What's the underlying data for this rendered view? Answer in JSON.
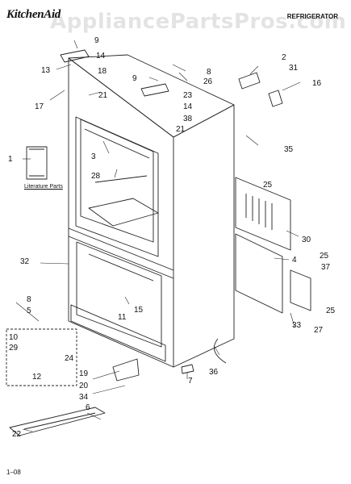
{
  "header": {
    "brand": "KitchenAid",
    "watermark": "AppliancePartsPros.com",
    "category": "REFRIGERATOR"
  },
  "literature_label": "Literature Parts",
  "footer": {
    "page_code": "1–08"
  },
  "callouts": [
    "9",
    "14",
    "13",
    "18",
    "17",
    "21",
    "8",
    "26",
    "9",
    "23",
    "14",
    "38",
    "21",
    "2",
    "31",
    "16",
    "35",
    "1",
    "3",
    "28",
    "25",
    "30",
    "32",
    "4",
    "25",
    "37",
    "25",
    "8",
    "5",
    "15",
    "11",
    "10",
    "29",
    "24",
    "12",
    "33",
    "27",
    "19",
    "20",
    "7",
    "36",
    "34",
    "6",
    "22"
  ]
}
